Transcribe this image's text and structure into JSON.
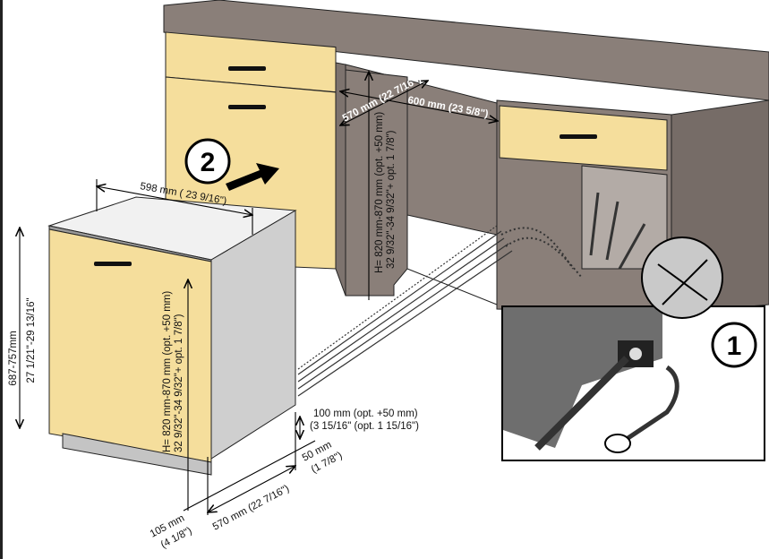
{
  "diagram": {
    "steps": {
      "step1": "1",
      "step2": "2"
    },
    "labels": {
      "width_598": "598 mm ( 23 9/16\")",
      "height_mm": "687-757mm",
      "height_in": "27 1/21\"-29 13/16\"",
      "front_h_mm": "H= 820 mm-870 mm (opt. +50 mm)",
      "front_h_in": "32 9/32\"-34 9/32\"+ opt. 1 7/8\")",
      "niche_h_mm": "H= 820 mm-870 mm (opt. +50 mm)",
      "niche_h_in": "32 9/32\"-34 9/32\"+ opt. 1 7/8\")",
      "niche_depth": "570 mm (22 7/16\")",
      "niche_width": "600 mm (23 5/8\")",
      "plinth_100_mm": "100 mm (opt. +50 mm)",
      "plinth_100_in": "(3 15/16\" (opt. 1 15/16\")",
      "gap_50_mm": "50 mm",
      "gap_50_in": "(1 7/8\")",
      "depth_570": "570 mm (22 7/16\")",
      "dist_105_mm": "105 mm",
      "dist_105_in": "(4 1/8\")"
    },
    "colors": {
      "cabinet": "#8a7f79",
      "panel": "#f5de9c",
      "appliance": "#cfcfcf"
    }
  }
}
